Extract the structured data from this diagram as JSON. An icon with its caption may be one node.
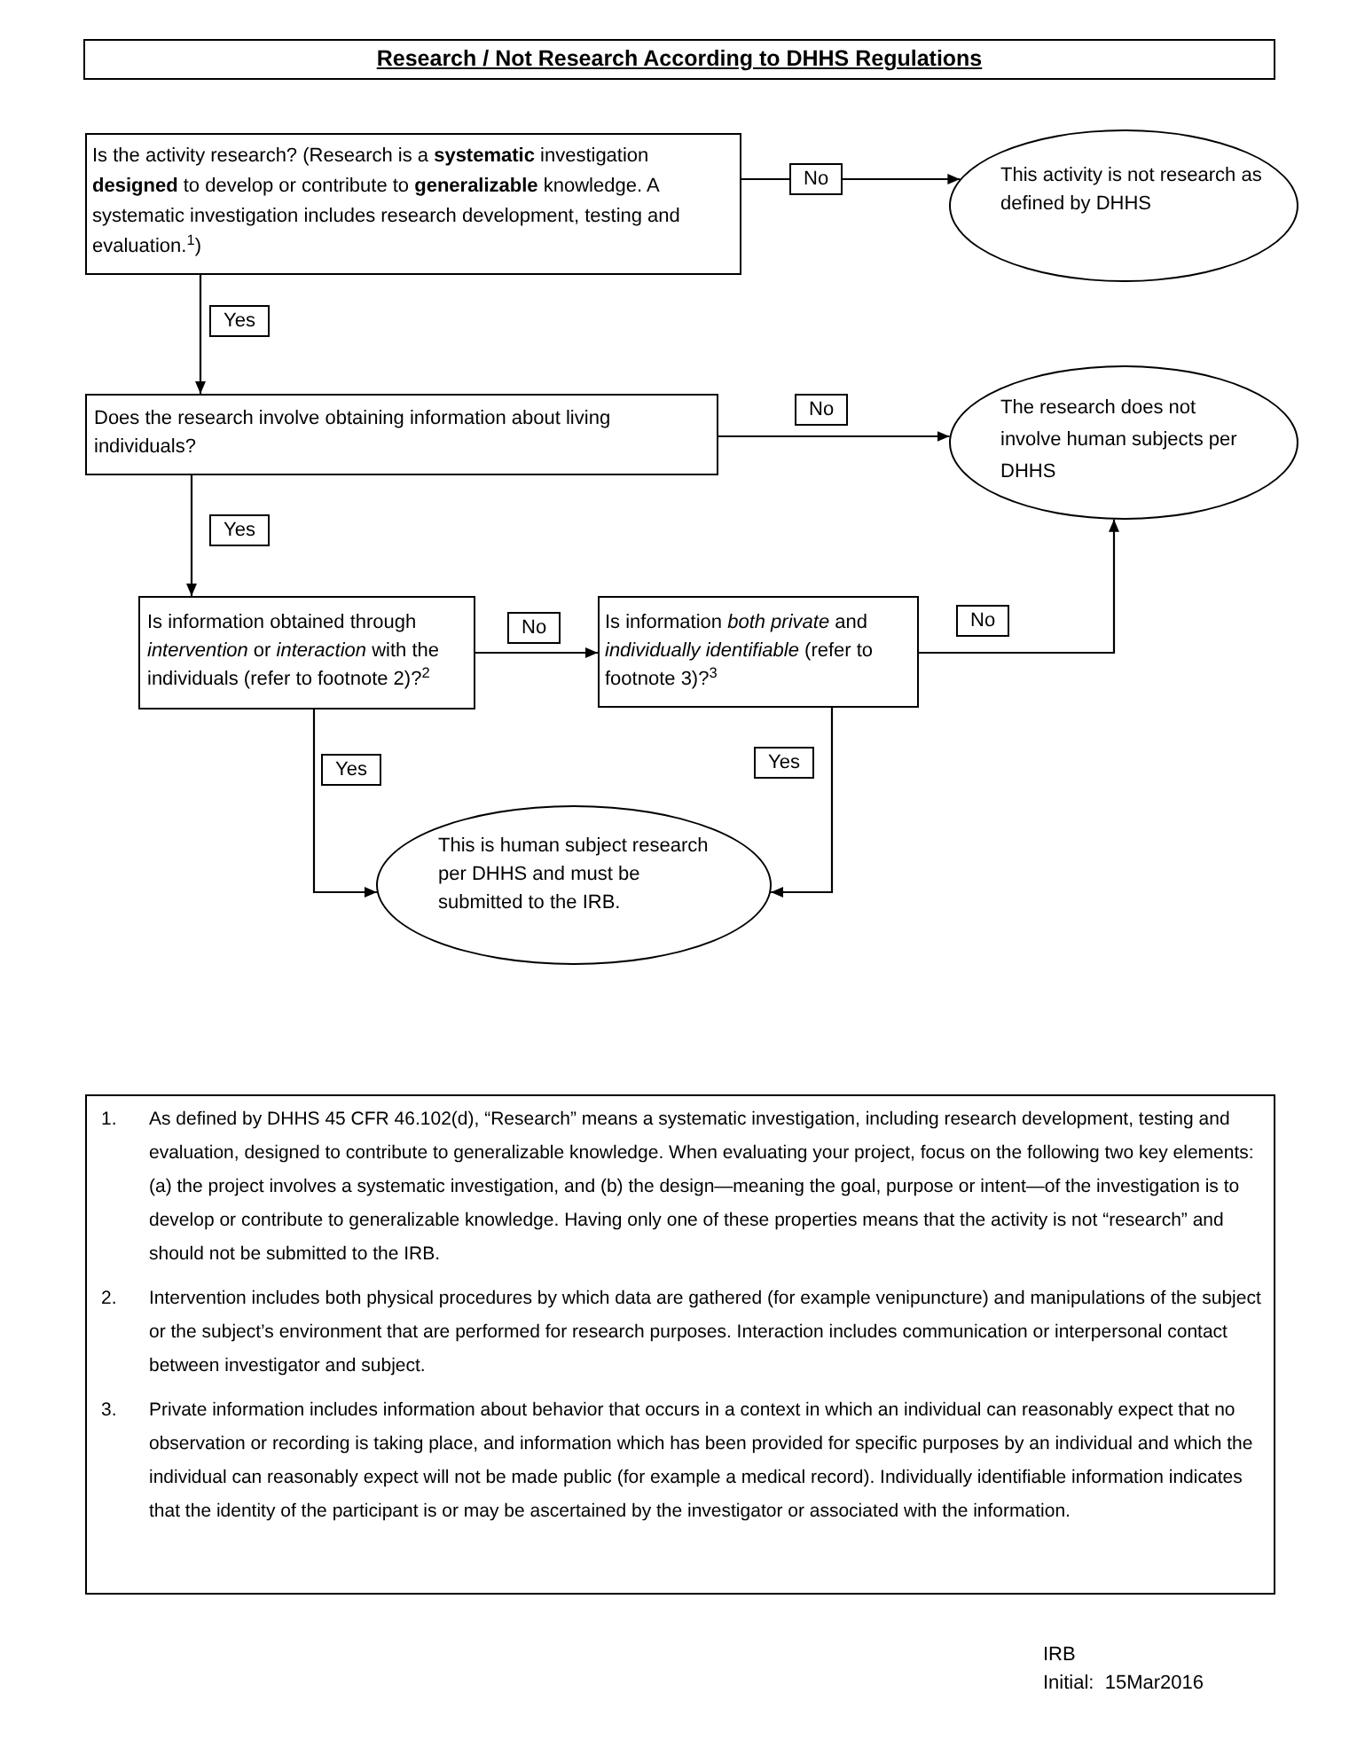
{
  "diagram": {
    "title": "Research / Not Research According to DHHS Regulations",
    "nodes": [
      {
        "text": [
          "Is the activity research? (Research is a **systematic** investigation **designed** to develop or contribute to **generalizable** knowledge.  A systematic investigation includes research development, testing and evaluation.$^{1}$)"
        ]
      },
      {
        "text": [
          "This activity is not research as defined by DHHS"
        ]
      },
      {
        "text": [
          "Does the research involve obtaining information about living individuals?"
        ]
      },
      {
        "text": [
          "The research does not involve human subjects per DHHS"
        ]
      },
      {
        "text": [
          "Is information obtained through *intervention* or *interaction* with the individuals (refer to footnote 2)?$^{2}$"
        ]
      },
      {
        "text": [
          "Is information *both private* and *individually identifiable* (refer to footnote 3)?$^{3}$"
        ]
      },
      {
        "text": [
          "This is human subject research per DHHS and must be submitted to the IRB."
        ]
      },
      {
        "text": [
          "1.",
          "As defined by DHHS 45 CFR 46.102(d), “Research” means a systematic investigation, including research development, testing and evaluation, designed to contribute to generalizable knowledge.  When evaluating your project, focus on the following two key elements:  (a) the project involves a systematic investigation, and (b) the design—meaning the goal, purpose or intent—of the investigation is to develop or contribute to generalizable knowledge.  Having only one of these properties means that the activity is not “research” and should not be submitted to the IRB.",
          "2.",
          "Intervention includes both physical procedures by which data are gathered (for example venipuncture) and manipulations of the subject or the subject’s environment that are performed for research purposes.  Interaction includes communication or interpersonal contact between investigator and subject.",
          "3.",
          "Private information includes information about behavior that occurs in a context in which an individual can reasonably expect that no observation or recording is taking place, and information which has been provided for specific purposes by an individual and which the individual can reasonably expect will not be made public (for example a medical record).  Individually identifiable information indicates that the identity of the participant is or may be ascertained by the investigator or associated with the information."
        ]
      }
    ],
    "edges": [
      {
        "from": 0,
        "to": 1,
        "arrow": "to",
        "label": "No"
      },
      {
        "from": 0,
        "to": 2,
        "arrow": "to",
        "label": "Yes"
      },
      {
        "from": 2,
        "to": 3,
        "arrow": "to",
        "label": "No"
      },
      {
        "from": 2,
        "to": 4,
        "arrow": "to",
        "label": "Yes"
      },
      {
        "from": 4,
        "to": 5,
        "arrow": "to",
        "label": "No"
      },
      {
        "from": 5,
        "to": 3,
        "arrow": "to",
        "label": "No"
      },
      {
        "from": 4,
        "to": 6,
        "arrow": "to",
        "label": "Yes"
      },
      {
        "from": 5,
        "to": 6,
        "arrow": "to",
        "label": "Yes"
      }
    ],
    "labels": [
      "IRB",
      "Initial:  15Mar2016"
    ]
  }
}
